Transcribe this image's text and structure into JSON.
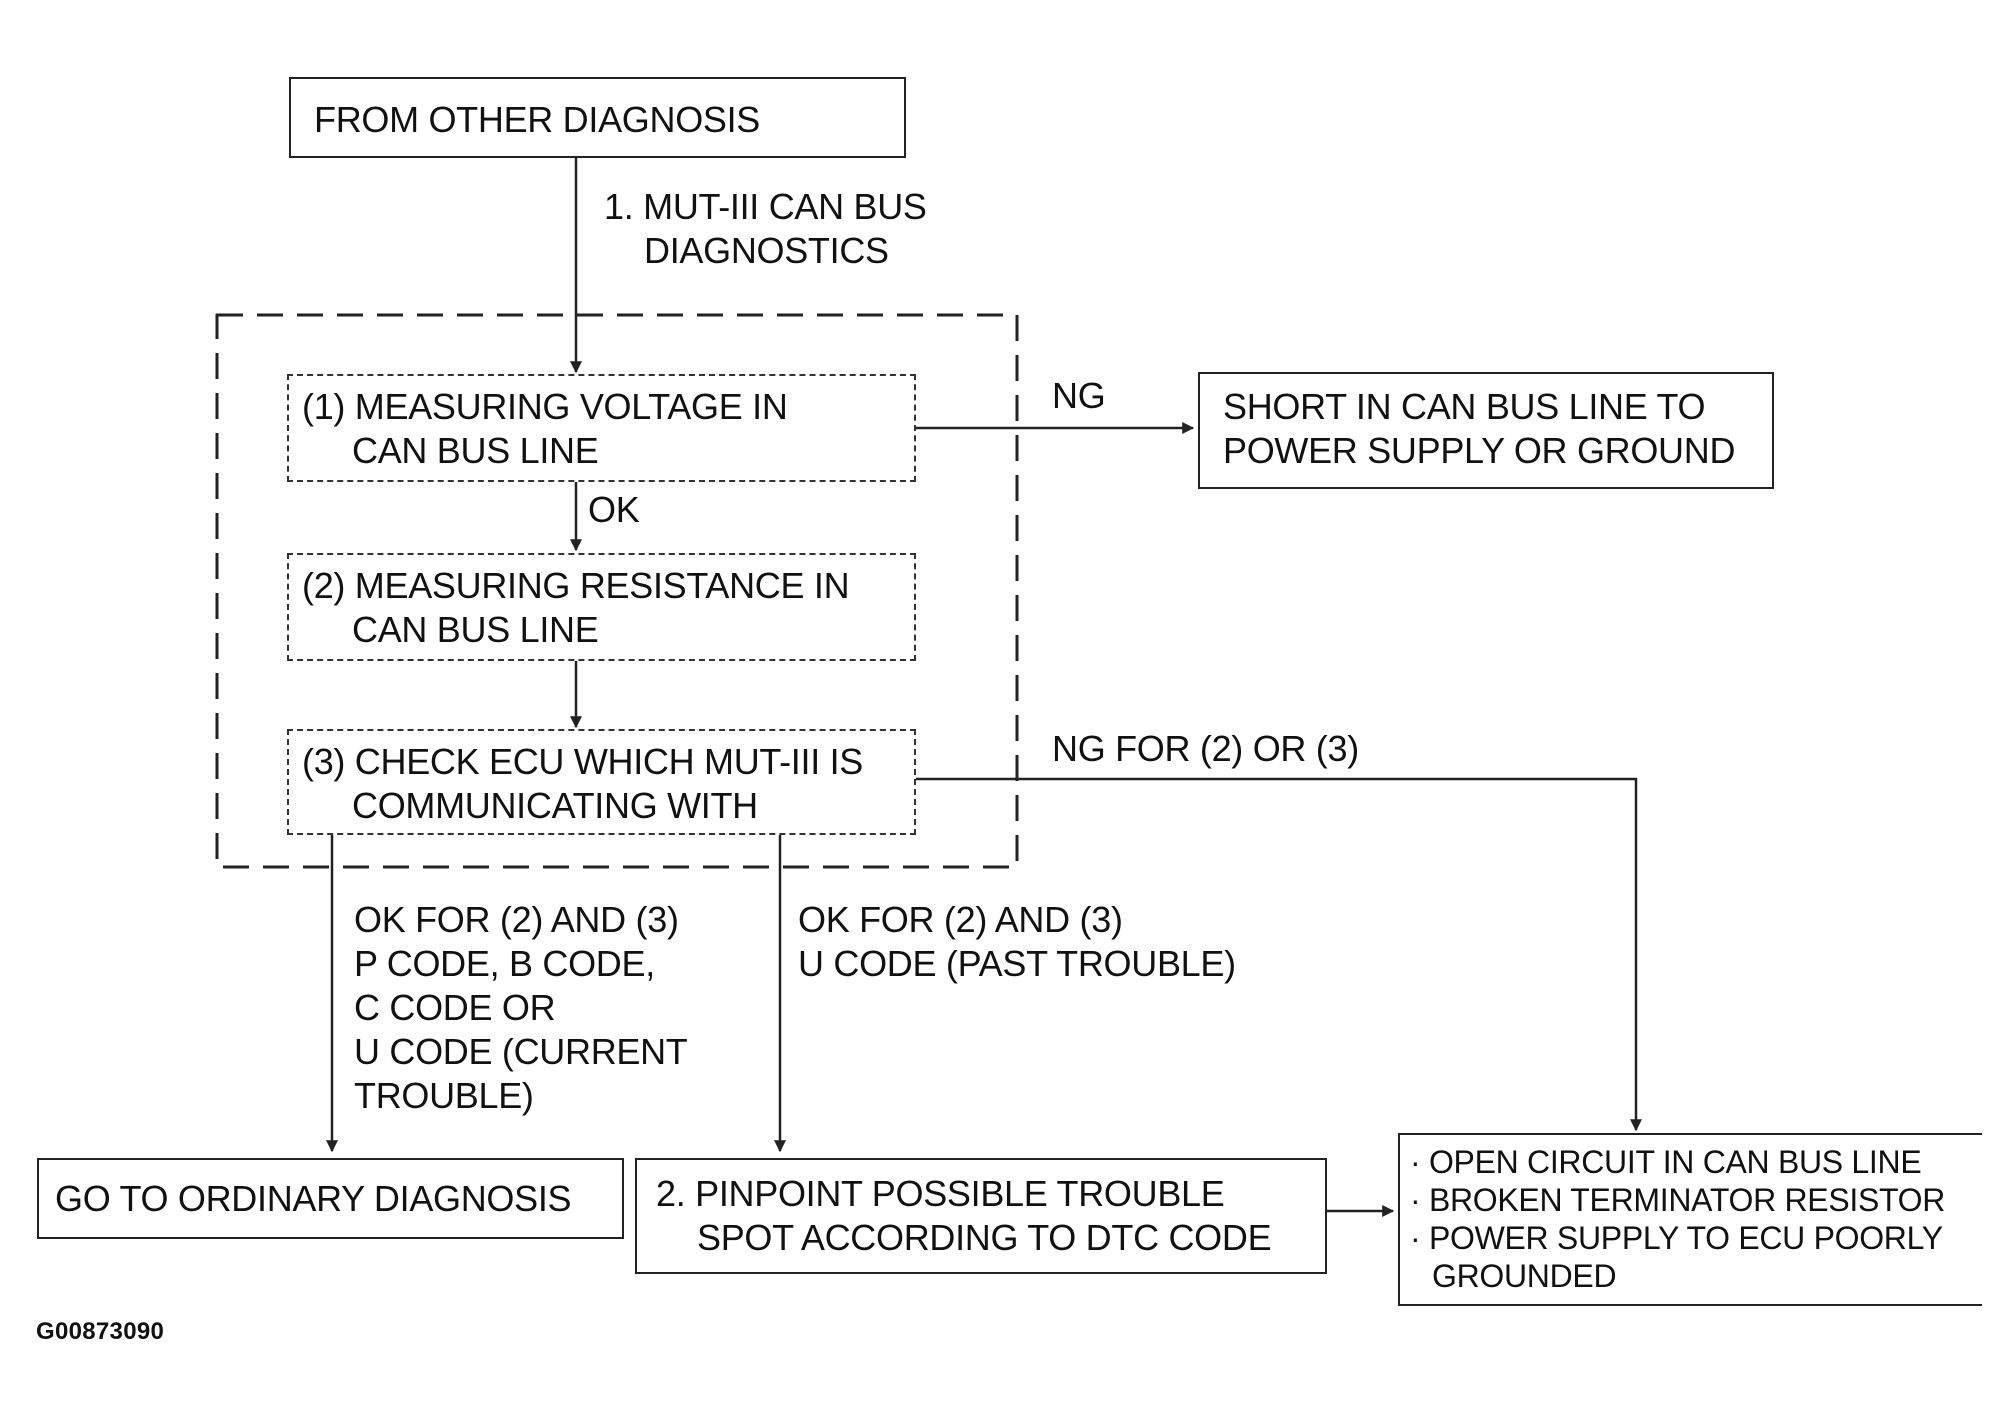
{
  "boxes": {
    "from_other_diagnosis": "FROM OTHER DIAGNOSIS",
    "step1_voltage": [
      "(1) MEASURING VOLTAGE IN",
      "CAN BUS LINE"
    ],
    "step2_resistance": [
      "(2) MEASURING RESISTANCE IN",
      "CAN BUS LINE"
    ],
    "step3_check_ecu": [
      "(3) CHECK ECU WHICH MUT-III IS",
      "COMMUNICATING WITH"
    ],
    "short_result": [
      "SHORT IN CAN BUS LINE TO",
      "POWER SUPPLY OR GROUND"
    ],
    "ordinary_diagnosis": "GO TO ORDINARY DIAGNOSIS",
    "pinpoint": [
      "2. PINPOINT POSSIBLE TROUBLE",
      "SPOT ACCORDING TO DTC CODE"
    ],
    "causes": [
      "· OPEN CIRCUIT IN CAN BUS LINE",
      "· BROKEN TERMINATOR RESISTOR",
      "· POWER SUPPLY TO ECU POORLY",
      "GROUNDED"
    ]
  },
  "labels": {
    "mut_diagnostics": [
      "1. MUT-III CAN BUS",
      "DIAGNOSTICS"
    ],
    "ng": "NG",
    "ok": "OK",
    "ng_for_2_or_3": "NG FOR (2) OR (3)",
    "ok_current": [
      "OK FOR (2) AND (3)",
      "P CODE, B CODE,",
      "C CODE OR",
      "U CODE (CURRENT",
      "TROUBLE)"
    ],
    "ok_past": [
      "OK FOR (2) AND (3)",
      "U CODE (PAST TROUBLE)"
    ]
  },
  "figure_id": "G00873090"
}
